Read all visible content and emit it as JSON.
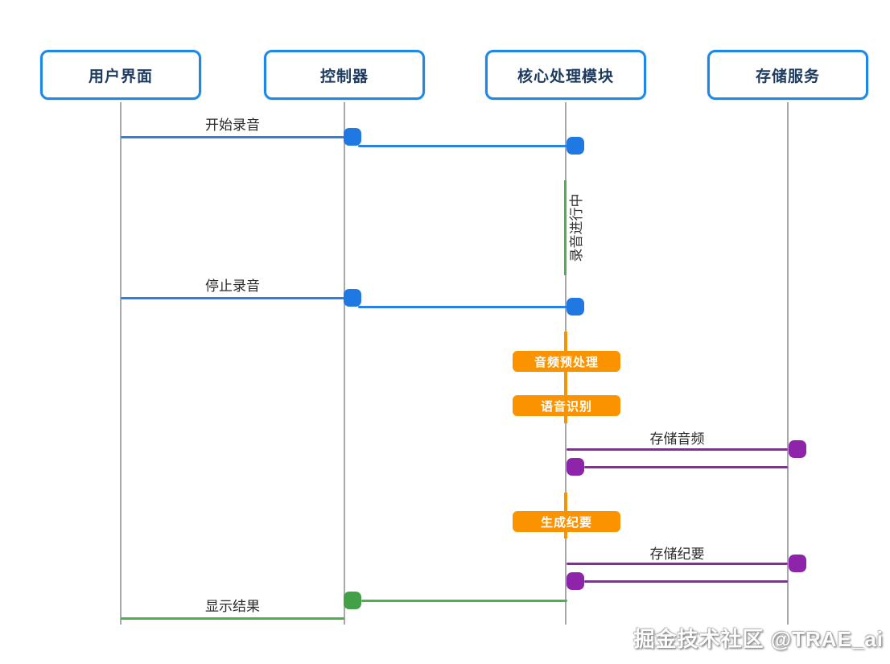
{
  "diagram": {
    "type": "sequence-diagram",
    "actors": [
      {
        "label": "用户界面"
      },
      {
        "label": "控制器"
      },
      {
        "label": "核心处理模块"
      },
      {
        "label": "存储服务"
      }
    ],
    "messages": {
      "start_recording": {
        "label": "开始录音",
        "from": "用户界面",
        "to": "控制器",
        "color": "#2b80e4"
      },
      "forward_start": {
        "label": "",
        "from": "控制器",
        "to": "核心处理模块",
        "color": "#2b80e4"
      },
      "recording_in_progress": {
        "label": "录音进行中",
        "actor": "核心处理模块",
        "color": "#4caf50"
      },
      "stop_recording": {
        "label": "停止录音",
        "from": "用户界面",
        "to": "控制器",
        "color": "#2b80e4"
      },
      "forward_stop": {
        "label": "",
        "from": "控制器",
        "to": "核心处理模块",
        "color": "#2b80e4"
      },
      "audio_preprocess": {
        "label": "音频预处理",
        "actor": "核心处理模块",
        "color": "#fb9300"
      },
      "speech_recognition": {
        "label": "语音识别",
        "actor": "核心处理模块",
        "color": "#fb9300"
      },
      "store_audio": {
        "label": "存储音频",
        "from": "核心处理模块",
        "to": "存储服务",
        "color": "#8e24aa"
      },
      "store_audio_return": {
        "label": "",
        "from": "存储服务",
        "to": "核心处理模块",
        "color": "#8e24aa"
      },
      "generate_summary": {
        "label": "生成纪要",
        "actor": "核心处理模块",
        "color": "#fb9300"
      },
      "store_summary": {
        "label": "存储纪要",
        "from": "核心处理模块",
        "to": "存储服务",
        "color": "#8e24aa"
      },
      "store_summary_return": {
        "label": "",
        "from": "存储服务",
        "to": "核心处理模块",
        "color": "#8e24aa"
      },
      "show_result_core": {
        "label": "",
        "from": "核心处理模块",
        "to": "控制器",
        "color": "#4caf50"
      },
      "show_result": {
        "label": "显示结果",
        "from": "控制器",
        "to": "用户界面",
        "color": "#4caf50"
      }
    },
    "colors": {
      "actor_border": "#1e88e5",
      "actor_text": "#1d3a5f",
      "lifeline": "#a8a8a8",
      "blue": "#2b80e4",
      "green": "#4caf50",
      "orange": "#fb9300",
      "purple": "#8e24aa",
      "background": "#ffffff"
    },
    "watermark": "掘金技术社区 @TRAE_ai"
  }
}
